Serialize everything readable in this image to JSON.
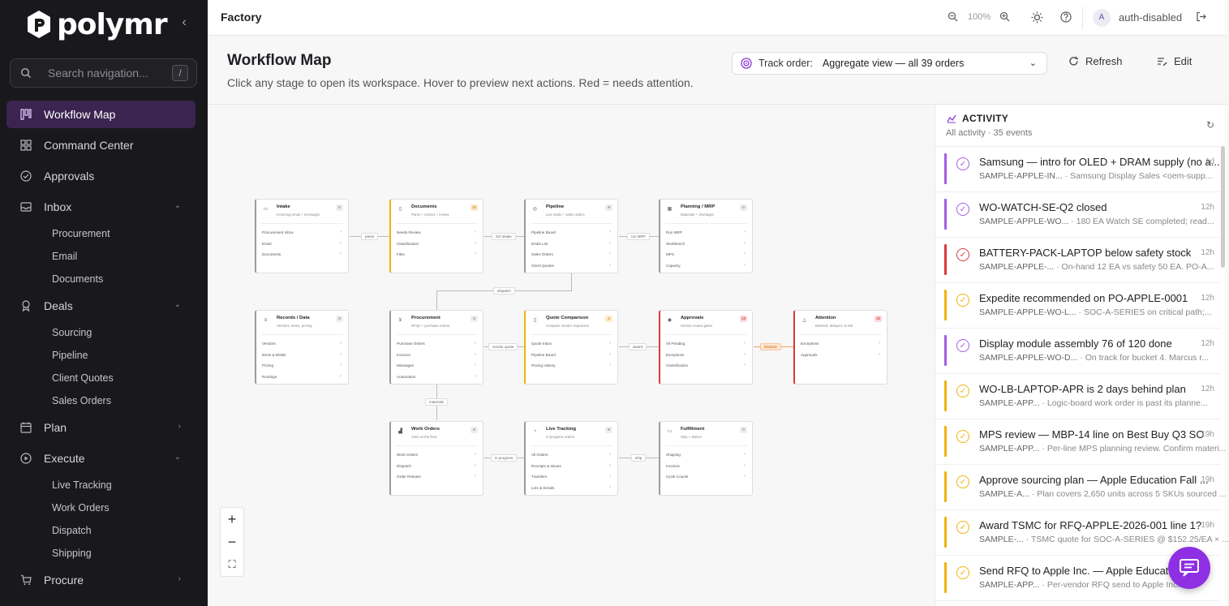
{
  "brand": "polymr",
  "search": {
    "placeholder": "Search navigation...",
    "shortcut": "/"
  },
  "nav": [
    {
      "label": "Workflow Map"
    },
    {
      "label": "Command Center"
    },
    {
      "label": "Approvals"
    },
    {
      "label": "Inbox",
      "children": [
        "Procurement",
        "Email",
        "Documents"
      ]
    },
    {
      "label": "Deals",
      "children": [
        "Sourcing",
        "Pipeline",
        "Client Quotes",
        "Sales Orders"
      ]
    },
    {
      "label": "Plan"
    },
    {
      "label": "Execute",
      "children": [
        "Live Tracking",
        "Work Orders",
        "Dispatch",
        "Shipping"
      ]
    },
    {
      "label": "Procure"
    }
  ],
  "topbar": {
    "title": "Factory",
    "zoom": "100%",
    "avatar_initial": "A",
    "user": "auth-disabled"
  },
  "header": {
    "title": "Workflow Map",
    "subtitle": "Click any stage to open its workspace. Hover to preview next actions. Red = needs attention.",
    "track_label": "Track order:",
    "track_value": "Aggregate view — all 39 orders",
    "refresh": "Refresh",
    "edit": "Edit"
  },
  "workflow": {
    "nodes": [
      {
        "id": "intake",
        "title": "Intake",
        "subtitle": "Incoming email + messages",
        "count": "0",
        "items": [
          "Procurement Inbox",
          "Email",
          "Documents"
        ]
      },
      {
        "id": "documents",
        "title": "Documents",
        "subtitle": "Parse + extract + review",
        "count": "32",
        "items": [
          "Needs Review",
          "Classification",
          "Files"
        ]
      },
      {
        "id": "pipeline",
        "title": "Pipeline",
        "subtitle": "Live deals + sales orders",
        "count": "9",
        "items": [
          "Pipeline Board",
          "Deals List",
          "Sales Orders",
          "Client Quotes"
        ]
      },
      {
        "id": "planning",
        "title": "Planning / MRP",
        "subtitle": "Materials + shortages",
        "count": "0",
        "items": [
          "Run MRP",
          "Workbench",
          "MPS",
          "Capacity"
        ]
      },
      {
        "id": "records",
        "title": "Records / Data",
        "subtitle": "Vendors, items, pricing",
        "count": "0",
        "items": [
          "Vendors",
          "Items & BOMs",
          "Pricing",
          "Routings"
        ]
      },
      {
        "id": "procurement",
        "title": "Procurement",
        "subtitle": "RFQs + purchase orders",
        "count": "3",
        "items": [
          "Purchase Orders",
          "Invoices",
          "Messages",
          "Automation"
        ]
      },
      {
        "id": "quotecomp",
        "title": "Quote Comparison",
        "subtitle": "Compare vendor responses",
        "count": "4",
        "items": [
          "Quote Inbox",
          "Pipeline Board",
          "Pricing History"
        ]
      },
      {
        "id": "approvals",
        "title": "Approvals",
        "subtitle": "Human review gates",
        "count": "18",
        "items": [
          "All Pending",
          "Exceptions",
          "Classification"
        ]
      },
      {
        "id": "attention",
        "title": "Attention",
        "subtitle": "Blocked, delayed, at risk",
        "count": "18",
        "items": [
          "Exceptions",
          "Approvals"
        ]
      },
      {
        "id": "workorders",
        "title": "Work Orders",
        "subtitle": "Jobs on the floor",
        "count": "9",
        "items": [
          "Work Orders",
          "Dispatch",
          "Order Release"
        ]
      },
      {
        "id": "livetracking",
        "title": "Live Tracking",
        "subtitle": "In-progress orders",
        "count": "9",
        "items": [
          "All Orders",
          "Receipts & Issues",
          "Transfers",
          "Lots & Serials"
        ]
      },
      {
        "id": "fulfillment",
        "title": "Fulfillment",
        "subtitle": "Ship + deliver",
        "count": "0",
        "items": [
          "Shipping",
          "Invoices",
          "Cycle Counts"
        ]
      }
    ],
    "edges": {
      "parse": "parse",
      "so_intake": "SO intake",
      "run_mrp": "run MRP",
      "dispatch": "dispatch",
      "vendor_quote": "vendor quote",
      "award": "award",
      "blocked": "blocked",
      "materials": "materials",
      "in_progress": "in progress",
      "ship": "ship"
    }
  },
  "activity": {
    "title": "ACTIVITY",
    "subtitle": "All activity · 35 events",
    "items": [
      {
        "title": "Samsung — intro for OLED + DRAM supply (no a...",
        "time": "1d",
        "ref": "SAMPLE-APPLE-IN...",
        "desc": "· Samsung Display Sales <oem-supp...",
        "color": "#a45ee5"
      },
      {
        "title": "WO-WATCH-SE-Q2 closed",
        "time": "12h",
        "ref": "SAMPLE-APPLE-WO...",
        "desc": "· 180 EA Watch SE completed; read...",
        "color": "#a45ee5"
      },
      {
        "title": "BATTERY-PACK-LAPTOP below safety stock",
        "time": "12h",
        "ref": "SAMPLE-APPLE-...",
        "desc": "· On-hand 12 EA vs safety 50 EA. PO-A...",
        "color": "#d93a3a"
      },
      {
        "title": "Expedite recommended on PO-APPLE-0001",
        "time": "12h",
        "ref": "SAMPLE-APPLE-WO-L...",
        "desc": "· SOC-A-SERIES on critical path;...",
        "color": "#f2b20c"
      },
      {
        "title": "Display module assembly 76 of 120 done",
        "time": "12h",
        "ref": "SAMPLE-APPLE-WO-D...",
        "desc": "· On track for bucket 4. Marcus r...",
        "color": "#a45ee5"
      },
      {
        "title": "WO-LB-LAPTOP-APR is 2 days behind plan",
        "time": "12h",
        "ref": "SAMPLE-APP...",
        "desc": "· Logic-board work order is past its planne...",
        "color": "#f2b20c"
      },
      {
        "title": "MPS review — MBP-14 line on Best Buy Q3 SO",
        "time": "19h",
        "ref": "SAMPLE-APP...",
        "desc": "· Per-line MPS planning review. Confirm materi...",
        "color": "#f2b20c"
      },
      {
        "title": "Approve sourcing plan — Apple Education Fall ...",
        "time": "19h",
        "ref": "SAMPLE-A...",
        "desc": "· Plan covers 2,650 units across 5 SKUs sourced ...",
        "color": "#f2b20c"
      },
      {
        "title": "Award TSMC for RFQ-APPLE-2026-001 line 1?",
        "time": "19h",
        "ref": "SAMPLE-...",
        "desc": "· TSMC quote for SOC-A-SERIES @ $152.25/EA × ...",
        "color": "#f2b20c"
      },
      {
        "title": "Send RFQ to Apple Inc. — Apple Education",
        "time": "",
        "ref": "SAMPLE-APP...",
        "desc": "· Per-vendor RFQ send to Apple Inc. co...",
        "color": "#f2b20c"
      }
    ]
  }
}
